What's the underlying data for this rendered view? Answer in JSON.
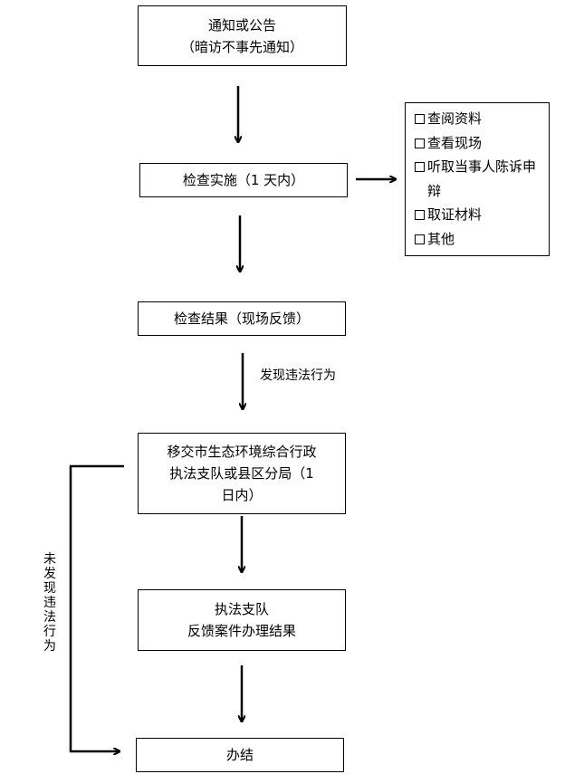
{
  "steps": [
    {
      "id": "notice",
      "lines": [
        "通知或公告",
        "（暗访不事先通知）"
      ]
    },
    {
      "id": "inspect",
      "lines": [
        "检查实施（1 天内）"
      ]
    },
    {
      "id": "result",
      "lines": [
        "检查结果（现场反馈）"
      ]
    },
    {
      "id": "transfer",
      "lines": [
        "移交市生态环境综合行政",
        "执法支队或县区分局（1",
        "日内）"
      ]
    },
    {
      "id": "feedback",
      "lines": [
        "执法支队",
        "反馈案件办理结果"
      ]
    },
    {
      "id": "close",
      "lines": [
        "办结"
      ]
    }
  ],
  "inspection_items": [
    "查阅资料",
    "查看现场",
    "听取当事人陈诉申辩",
    "取证材料",
    "其他"
  ],
  "edge_labels": {
    "violation_found": "发现违法行为",
    "no_violation": "未发现违法行为"
  },
  "colors": {
    "line": "#000000",
    "background": "#ffffff"
  }
}
